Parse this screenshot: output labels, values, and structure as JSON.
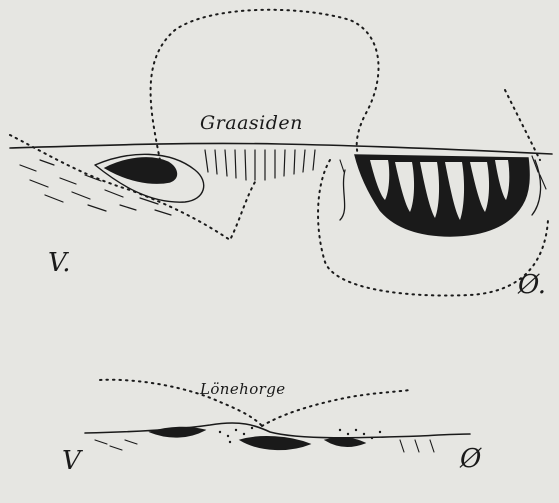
{
  "figure": {
    "upper_section": {
      "title": "Graasiden",
      "left_end": "V.",
      "right_end": "Ø."
    },
    "lower_section": {
      "title": "Lönehorge",
      "left_end": "V",
      "right_end": "Ø"
    }
  }
}
